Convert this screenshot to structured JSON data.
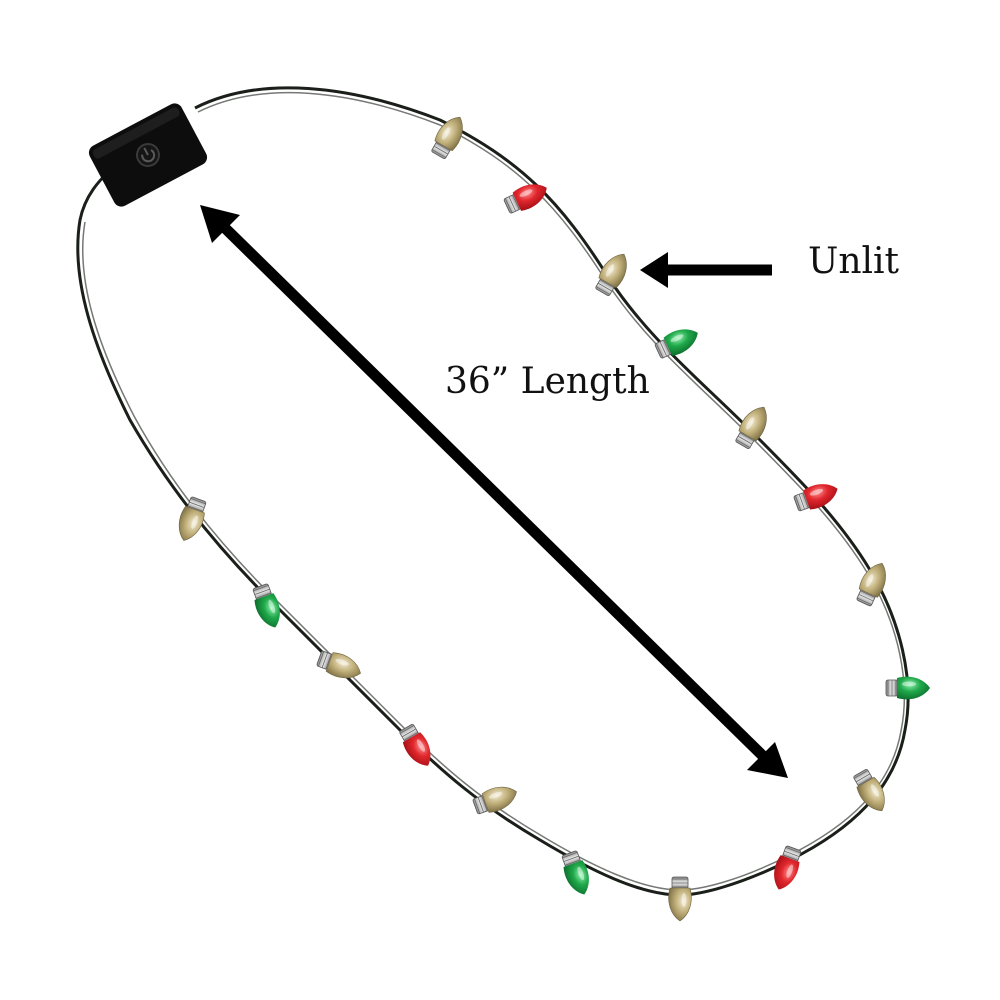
{
  "annotations": {
    "unlit_label": "Unlit",
    "length_label": "36” Length"
  },
  "colors": {
    "background": "#ffffff",
    "wire": "#1a1f1a",
    "arrow": "#000000",
    "bulb_red": "#e0262c",
    "bulb_green": "#1fa84a",
    "bulb_gold": "#bfae78",
    "battery_box": "#0d0d0d"
  },
  "bulbs": {
    "color_sequence": [
      "gold",
      "red",
      "gold",
      "green",
      "gold",
      "red",
      "gold",
      "green",
      "gold",
      "red",
      "gold",
      "green",
      "gold",
      "red",
      "gold",
      "green",
      "gold"
    ],
    "unlit_color": "gold"
  },
  "icons": {
    "battery_pack": "battery-box-icon",
    "power_button": "power-button-icon"
  }
}
